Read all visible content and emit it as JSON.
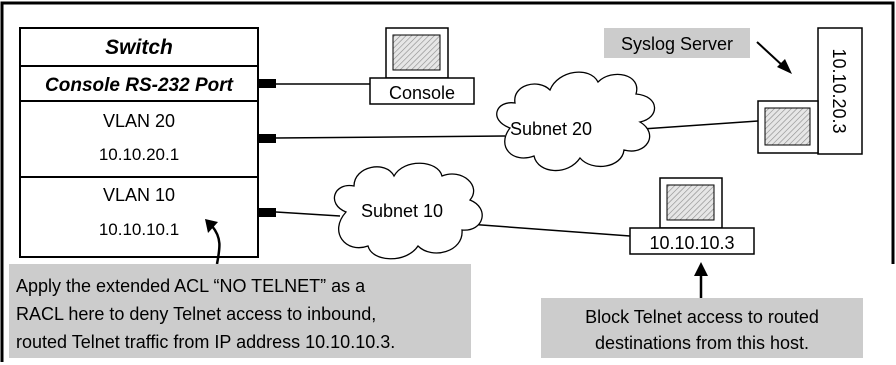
{
  "switch": {
    "title": "Switch",
    "console_port": "Console RS-232 Port",
    "vlan20": {
      "name": "VLAN 20",
      "ip": "10.10.20.1"
    },
    "vlan10": {
      "name": "VLAN 10",
      "ip": "10.10.10.1"
    }
  },
  "devices": {
    "console_label": "Console",
    "syslog_label": "Syslog Server",
    "syslog_ip": "10.10.20.3",
    "host_ip": "10.10.10.3"
  },
  "subnets": {
    "subnet20": "Subnet 20",
    "subnet10": "Subnet 10"
  },
  "callouts": {
    "racl": [
      "Apply the extended ACL “NO TELNET” as a",
      "RACL here to deny Telnet access to inbound,",
      "routed Telnet traffic from IP address 10.10.10.3."
    ],
    "block": [
      "Block Telnet access to routed",
      "destinations from this host."
    ]
  },
  "colors": {
    "callout_fill": "#cccccc",
    "line": "#000000",
    "screen_hatch": "#b8b8b8"
  }
}
